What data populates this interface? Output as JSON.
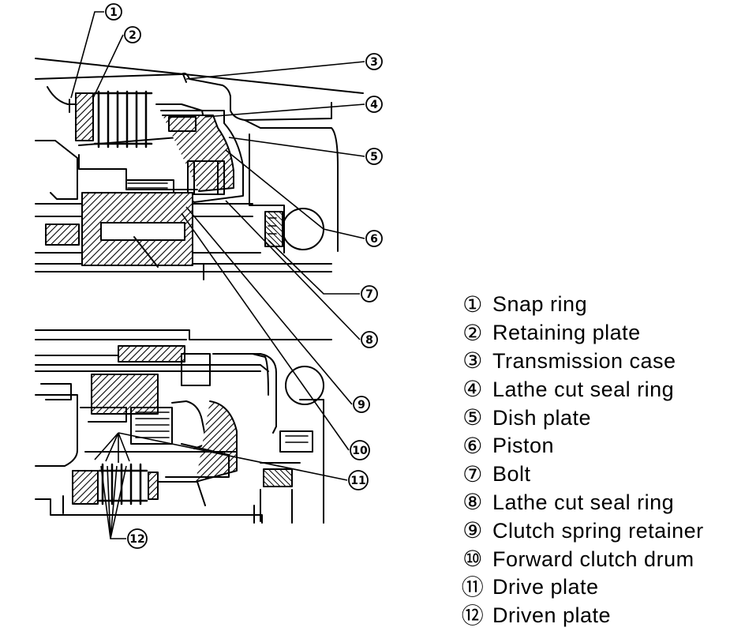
{
  "legend": [
    {
      "num": "①",
      "label": "Snap ring"
    },
    {
      "num": "②",
      "label": "Retaining plate"
    },
    {
      "num": "③",
      "label": "Transmission case"
    },
    {
      "num": "④",
      "label": "Lathe cut seal ring"
    },
    {
      "num": "⑤",
      "label": "Dish plate"
    },
    {
      "num": "⑥",
      "label": "Piston"
    },
    {
      "num": "⑦",
      "label": "Bolt"
    },
    {
      "num": "⑧",
      "label": "Lathe cut seal ring"
    },
    {
      "num": "⑨",
      "label": "Clutch spring retainer"
    },
    {
      "num": "⑩",
      "label": "Forward clutch drum"
    },
    {
      "num": "⑪",
      "label": "Drive plate"
    },
    {
      "num": "⑫",
      "label": "Driven plate"
    }
  ],
  "callouts": [
    "1",
    "2",
    "3",
    "4",
    "5",
    "6",
    "7",
    "8",
    "9",
    "10",
    "11",
    "12"
  ]
}
